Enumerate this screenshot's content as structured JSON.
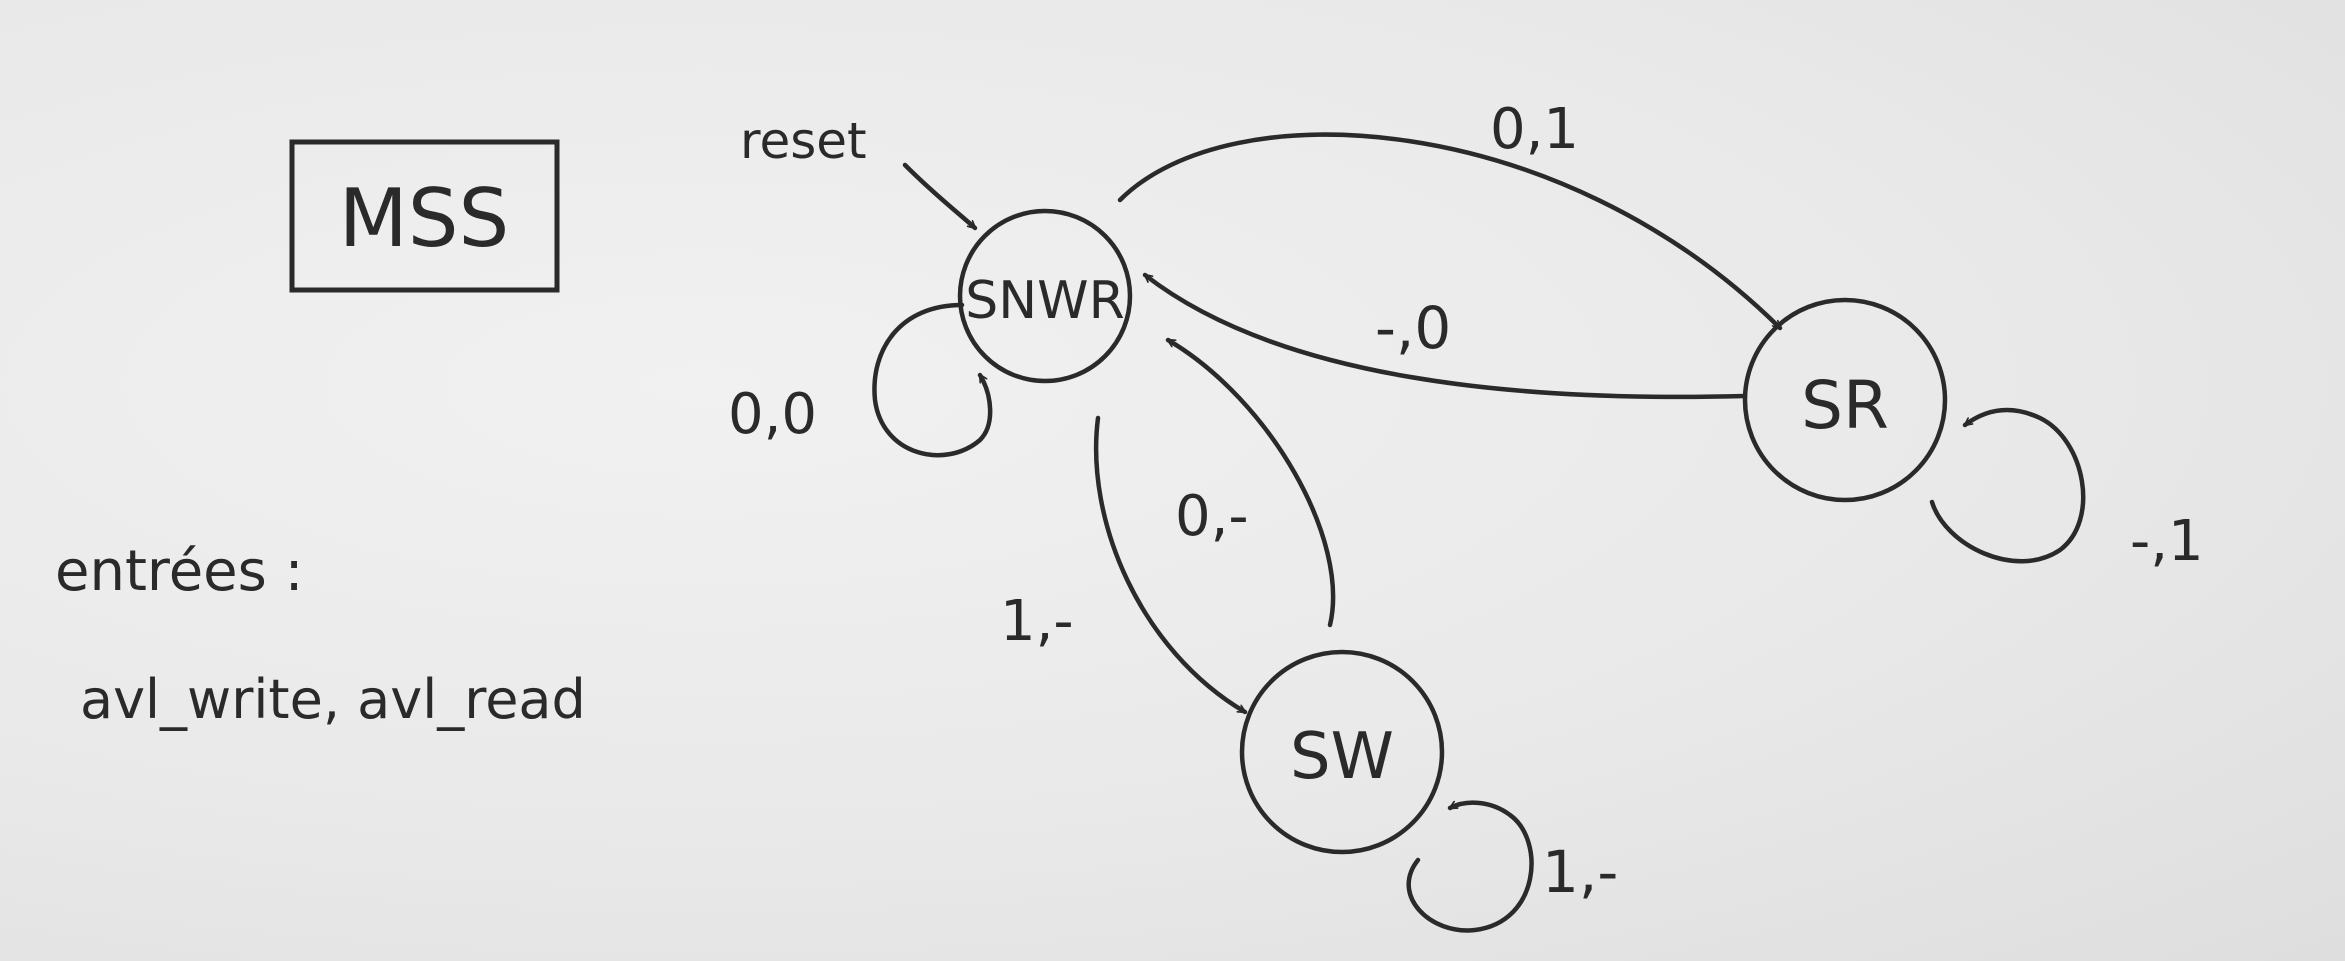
{
  "title": "MSS",
  "inputs": {
    "label": "entrées :",
    "names": "avl_write, avl_read"
  },
  "reset_label": "reset",
  "states": {
    "snwr": "SNWR",
    "sr": "SR",
    "sw": "SW"
  },
  "transitions": {
    "snwr_self": "0,0",
    "snwr_to_sr": "0,1",
    "sr_to_snwr": "-,0",
    "sr_self": "-,1",
    "snwr_to_sw": "1,-",
    "sw_to_snwr": "0,-",
    "sw_self": "1,-"
  }
}
